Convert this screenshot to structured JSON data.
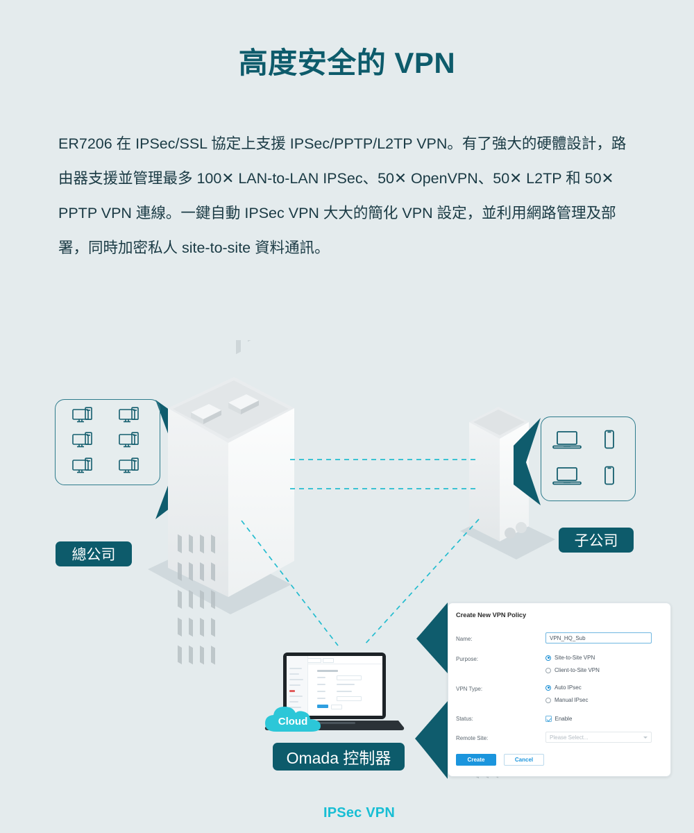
{
  "heading": "高度安全的 VPN",
  "body_text": "ER7206 在 IPSec/SSL 協定上支援 IPSec/PPTP/L2TP VPN。有了強大的硬體設計，路由器支援並管理最多 100✕ LAN-to-LAN IPSec、50✕ OpenVPN、50✕ L2TP 和 50✕ PPTP VPN 連線。一鍵自動 IPSec VPN 大大的簡化 VPN 設定，並利用網路管理及部署，同時加密私人 site-to-site 資料通訊。",
  "diagram": {
    "link_label": "IPSec VPN",
    "hq_badge": "總公司",
    "sub_badge": "子公司",
    "omada_badge": "Omada 控制器",
    "cloud_badge": "Cloud",
    "hq_devices": [
      "desktop-computer",
      "desktop-computer",
      "desktop-computer",
      "desktop-computer",
      "desktop-computer",
      "desktop-computer"
    ],
    "sub_devices": [
      "laptop",
      "smartphone",
      "laptop",
      "smartphone"
    ]
  },
  "dialog": {
    "title": "Create New VPN Policy",
    "labels": {
      "name": "Name:",
      "purpose": "Purpose:",
      "vpn_type": "VPN Type:",
      "status": "Status:",
      "remote_site": "Remote Site:"
    },
    "name_value": "VPN_HQ_Sub",
    "purpose_options": [
      "Site-to-Site VPN",
      "Client-to-Site VPN"
    ],
    "purpose_selected": "Site-to-Site VPN",
    "vpn_type_options": [
      "Auto IPsec",
      "Manual IPsec"
    ],
    "vpn_type_selected": "Auto IPsec",
    "status_label": "Enable",
    "status_checked": true,
    "remote_site_placeholder": "Please Select...",
    "create_button": "Create",
    "cancel_button": "Cancel"
  },
  "colors": {
    "background": "#e4ebed",
    "brand_teal": "#0d5b6b",
    "accent_cyan": "#18bed4",
    "button_blue": "#1b95dd",
    "device_outline": "#145e6e"
  }
}
